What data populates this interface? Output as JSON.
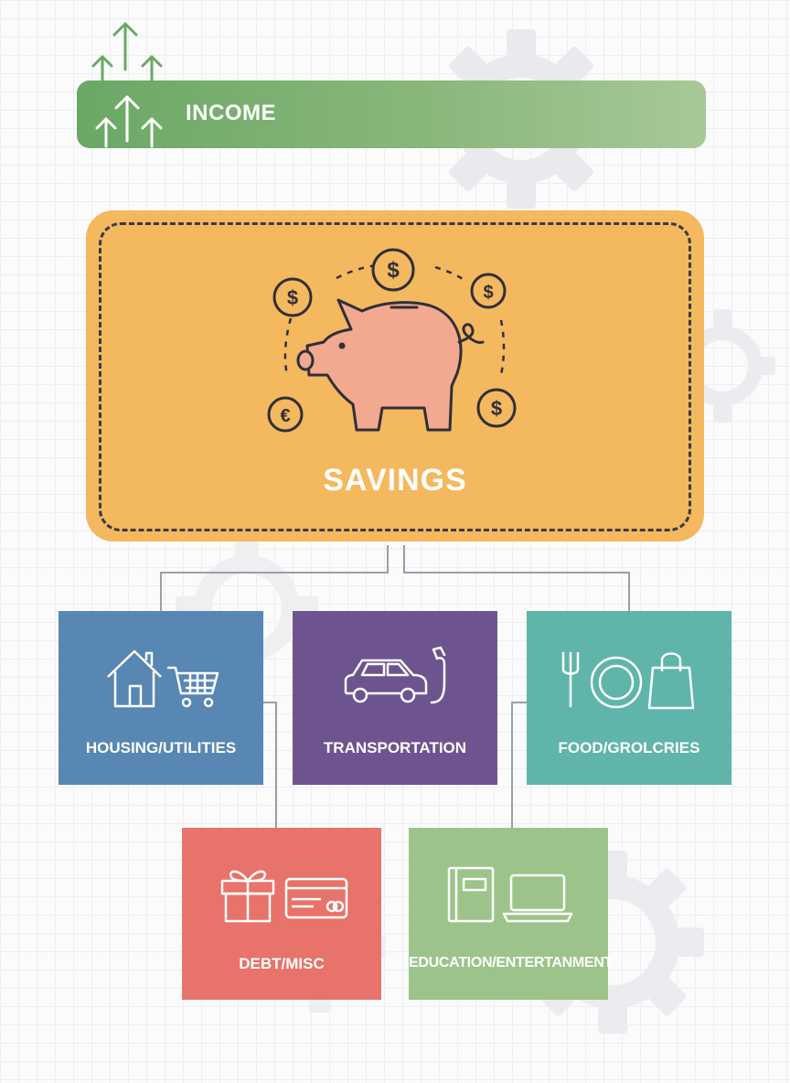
{
  "income": {
    "label": "INCOME",
    "color": "#74ad6b",
    "icon": "upward-arrows-icon"
  },
  "savings": {
    "label": "SAVINGS",
    "color": "#f4b85e",
    "icon": "piggy-bank-icon",
    "coin_icons": [
      "dollar-coin-icon",
      "dollar-coin-icon",
      "dollar-coin-icon",
      "euro-coin-icon",
      "dollar-coin-icon"
    ]
  },
  "categories": [
    {
      "label": "HOUSING/UTILITIES",
      "color": "#5787b2",
      "icons": [
        "house-icon",
        "shopping-cart-icon"
      ]
    },
    {
      "label": "TRANSPORTATION",
      "color": "#6e548f",
      "icons": [
        "car-icon",
        "fuel-pump-icon"
      ]
    },
    {
      "label": "FOOD/GROLCRIES",
      "color": "#5fb5aa",
      "icons": [
        "fork-icon",
        "plate-icon",
        "shopping-bag-icon"
      ]
    },
    {
      "label": "DEBT/MISC",
      "color": "#e7736a",
      "icons": [
        "gift-icon",
        "credit-card-icon"
      ]
    },
    {
      "label": "EDUCATION/ENTERTANMENT",
      "color": "#9cc48a",
      "icons": [
        "book-icon",
        "laptop-icon"
      ]
    }
  ]
}
